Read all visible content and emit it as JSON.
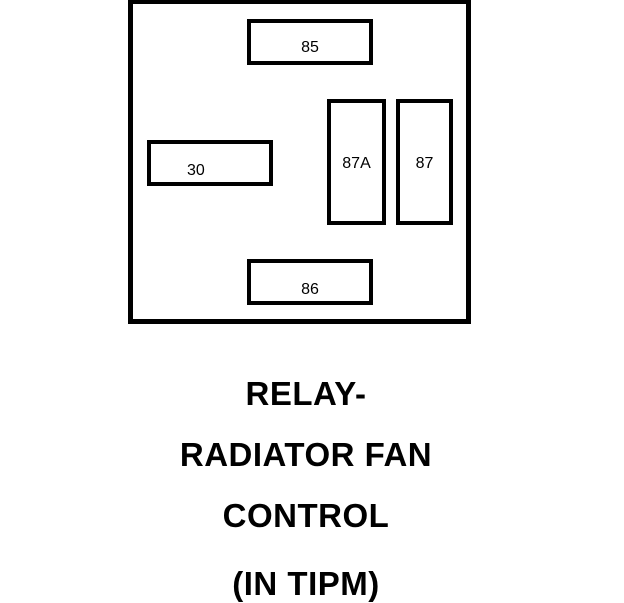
{
  "diagram": {
    "terminals": {
      "t85": "85",
      "t86": "86",
      "t30": "30",
      "t87a": "87A",
      "t87": "87"
    },
    "caption": {
      "line1": "RELAY-",
      "line2": "RADIATOR FAN",
      "line3": "CONTROL",
      "line4": "(IN TIPM)"
    },
    "colors": {
      "stroke": "#000000",
      "background": "#ffffff"
    }
  }
}
